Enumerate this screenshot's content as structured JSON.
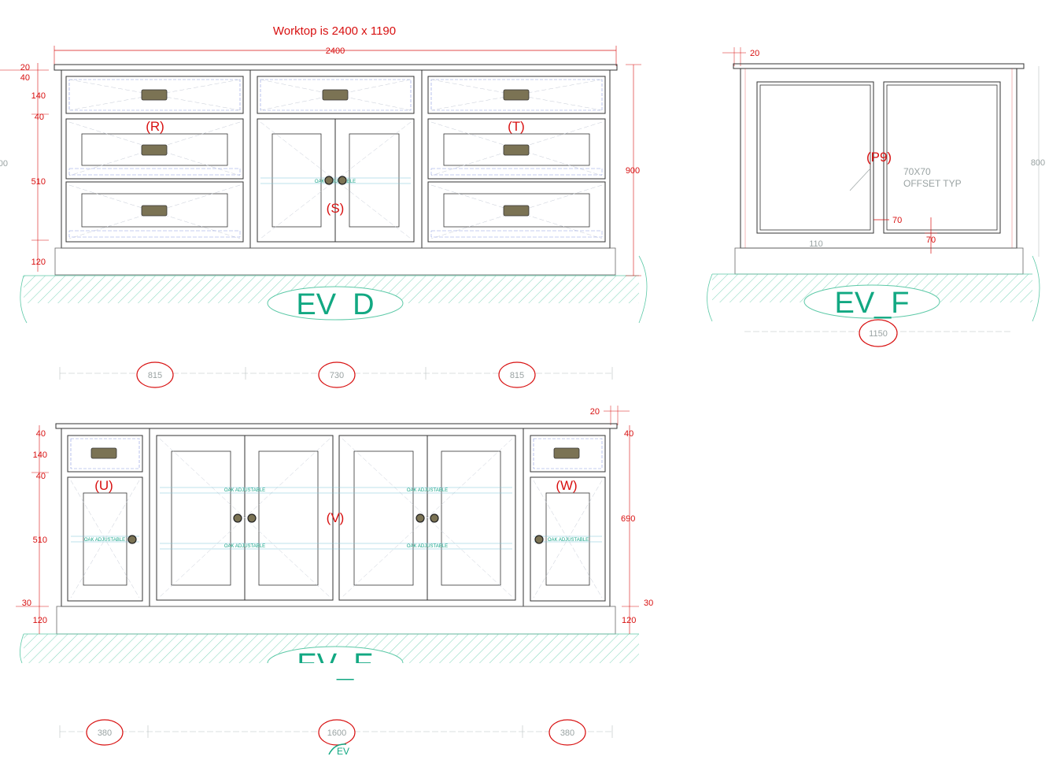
{
  "title": "Worktop is 2400 x 1190",
  "colors": {
    "annotation": "#d81010",
    "elevation_label": "#12a882",
    "secondary_dimension": "#9aa3a3",
    "cabinet_line": "#333333",
    "hatch": "#5cc9a7",
    "construction_line": "#8a9be0"
  },
  "elevation_d": {
    "label": "EV  D",
    "overall_width": "2400",
    "height": "900",
    "left_dims": [
      "20",
      "40",
      "140",
      "40",
      "510",
      "120",
      "00"
    ],
    "unit_tags": [
      "(R)",
      "(S)",
      "(T)"
    ],
    "shelf_label": "OAK ADJUSTABLE",
    "bay_widths": [
      "815",
      "730",
      "815"
    ]
  },
  "elevation_f": {
    "label": "EV_F",
    "top_dim": "20",
    "height": "800",
    "panel_tag": "(P9)",
    "note_line1": "70X70",
    "note_line2": "OFFSET TYP",
    "gap_dim": "70",
    "bottom_dim": "70",
    "plinth_dim": "110",
    "overall_width": "1150"
  },
  "elevation_e": {
    "label": "EV_E",
    "top_right_dim": "20",
    "left_dims": [
      "40",
      "140",
      "40",
      "510",
      "30",
      "120"
    ],
    "right_dims": [
      "40",
      "690",
      "30",
      "120"
    ],
    "unit_tags": [
      "(U)",
      "(V)",
      "(W)"
    ],
    "shelf_label": "OAK ADJUSTABLE",
    "bay_widths": [
      "380",
      "1600",
      "380"
    ],
    "partial_tag": "EV"
  }
}
